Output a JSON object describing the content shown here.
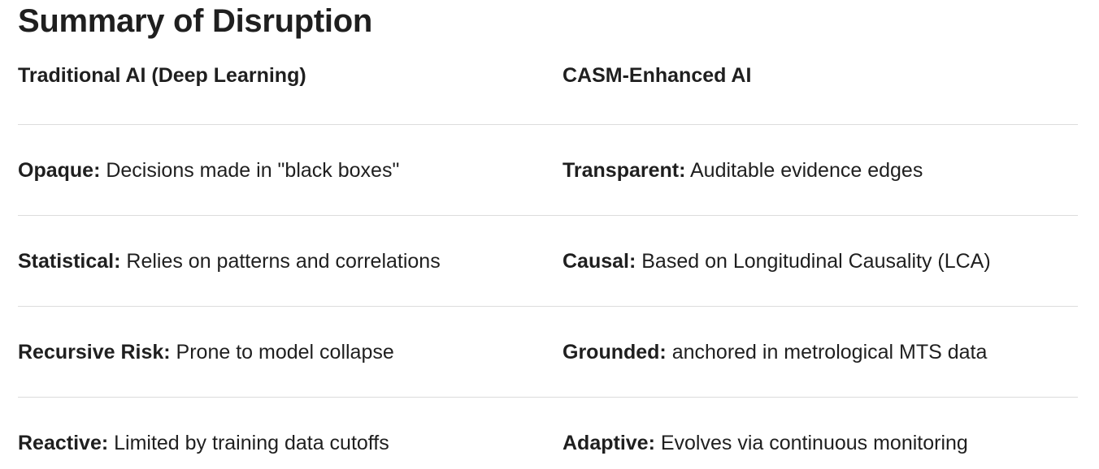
{
  "title": "Summary of Disruption",
  "table": {
    "headers": [
      "Traditional AI (Deep Learning)",
      "CASM-Enhanced AI"
    ],
    "rows": [
      [
        {
          "term": "Opaque:",
          "desc": " Decisions made in \"black boxes\""
        },
        {
          "term": "Transparent:",
          "desc": " Auditable evidence edges"
        }
      ],
      [
        {
          "term": "Statistical:",
          "desc": " Relies on patterns and correlations"
        },
        {
          "term": "Causal:",
          "desc": " Based on Longitudinal Causality (LCA)"
        }
      ],
      [
        {
          "term": "Recursive Risk:",
          "desc": " Prone to model collapse"
        },
        {
          "term": "Grounded:",
          "desc": " anchored in metrological MTS data"
        }
      ],
      [
        {
          "term": "Reactive:",
          "desc": " Limited by training data cutoffs"
        },
        {
          "term": "Adaptive:",
          "desc": " Evolves via continuous monitoring"
        }
      ]
    ]
  }
}
